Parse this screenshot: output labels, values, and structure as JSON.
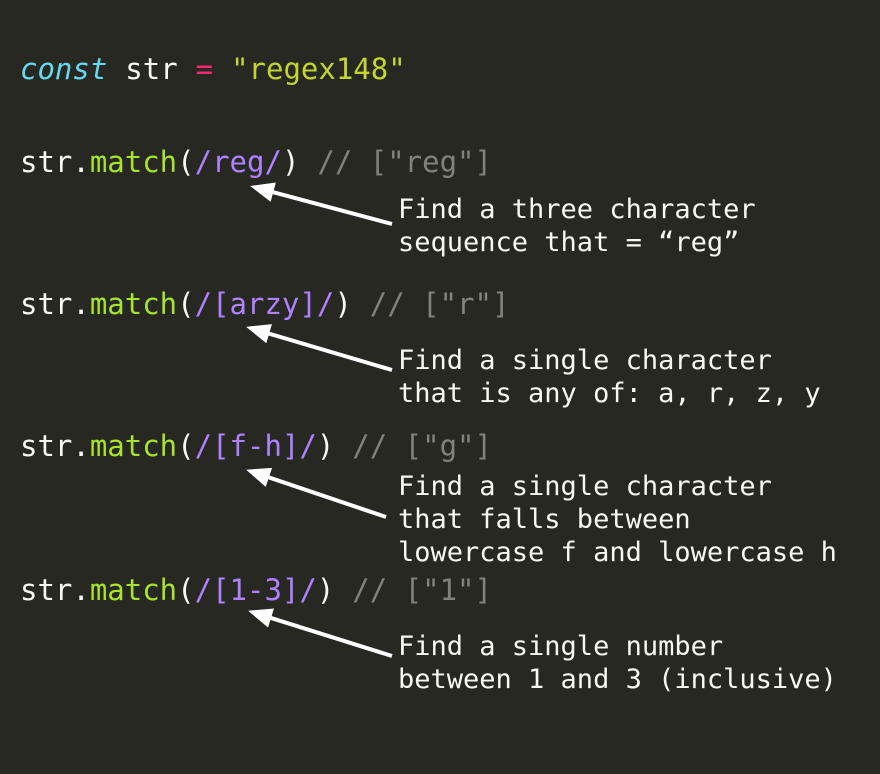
{
  "colors": {
    "background": "#272822",
    "keyword": "#66d9ef",
    "plain_text": "#f8f8f2",
    "operator": "#f92672",
    "string": "#c3d62f",
    "method": "#a6e22e",
    "regex": "#ae81ff",
    "comment": "#82827a",
    "arrow": "#ffffff"
  },
  "declaration": {
    "keyword": "const",
    "variable": "str",
    "operator": "=",
    "string": "\"regex148\""
  },
  "examples": [
    {
      "prefix": "str.",
      "method": "match",
      "open": "(",
      "pattern": "/reg/",
      "close": ")",
      "comment": "// [\"reg\"]",
      "note_line1": "Find a three character",
      "note_line2": "sequence that = “reg”"
    },
    {
      "prefix": "str.",
      "method": "match",
      "open": "(",
      "pattern": "/[arzy]/",
      "close": ")",
      "comment": "// [\"r\"]",
      "note_line1": "Find a single character",
      "note_line2": "that is any of: a, r, z, y"
    },
    {
      "prefix": "str.",
      "method": "match",
      "open": "(",
      "pattern": "/[f-h]/",
      "close": ")",
      "comment": "// [\"g\"]",
      "note_line1": "Find a single character",
      "note_line2": "that falls between",
      "note_line3": "lowercase f and lowercase h"
    },
    {
      "prefix": "str.",
      "method": "match",
      "open": "(",
      "pattern": "/[1-3]/",
      "close": ")",
      "comment": "// [\"1\"]",
      "note_line1": "Find a single number",
      "note_line2": "between 1 and 3 (inclusive)"
    }
  ]
}
